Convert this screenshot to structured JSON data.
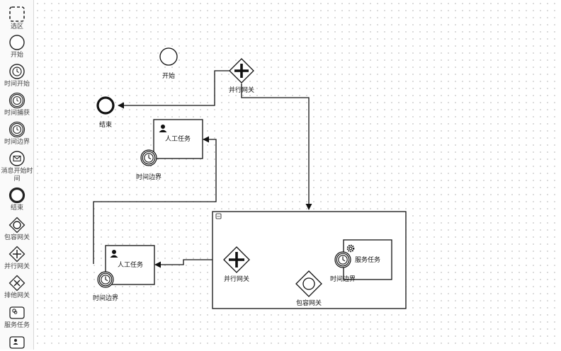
{
  "palette": {
    "select": "选区",
    "start": "开始",
    "timer_start": "时间开始",
    "timer_catch": "时间捕获",
    "timer_boundary": "时间边界",
    "message_start": "消息开始时间",
    "end": "结束",
    "inclusive_gateway": "包容网关",
    "parallel_gateway": "并行网关",
    "exclusive_gateway": "排他网关",
    "service_task": "服务任务"
  },
  "diagram": {
    "start_label": "开始",
    "end_label": "结束",
    "parallel_gateway_top": "并行网关",
    "user_task_top": "人工任务",
    "timer_boundary_top": "时间边界",
    "user_task_bottom": "人工任务",
    "timer_boundary_bottom": "时间边界",
    "sub_parallel_gateway": "并行网关",
    "sub_inclusive_gateway": "包容网关",
    "sub_service_task": "服务任务",
    "sub_timer_boundary": "时间边界",
    "collapse_marker": "−"
  }
}
